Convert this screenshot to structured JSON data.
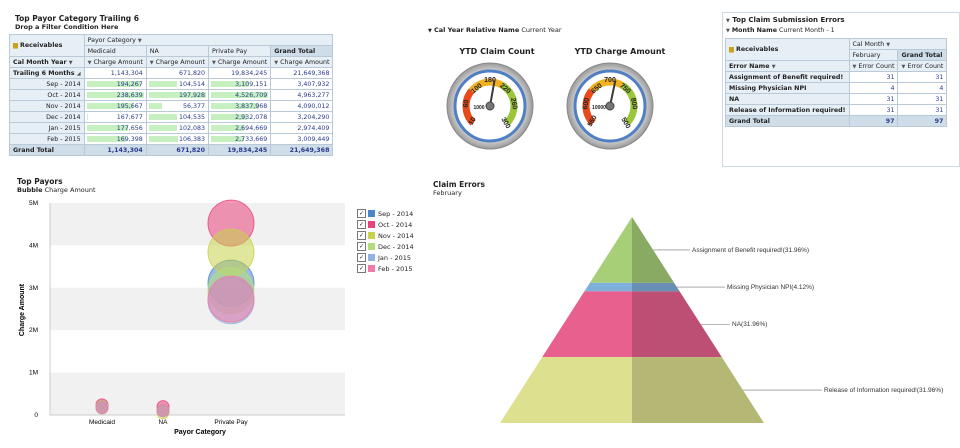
{
  "top_payor": {
    "title": "Top Payor Category Trailing 6",
    "filter_hint": "Drop a Filter Condition Here",
    "corner_label": "Receivables",
    "payor_header": "Payor Category",
    "payors": [
      "Medicaid",
      "NA",
      "Private Pay",
      "Grand Total"
    ],
    "row_header": "Cal Month Year",
    "measure": "Charge Amount",
    "trailing_label": "Trailing 6 Months",
    "trailing_values": [
      "1,143,304",
      "671,820",
      "19,834,245",
      "21,649,368"
    ],
    "rows": [
      {
        "month": "Sep - 2014",
        "v": [
          "194,267",
          "104,514",
          "3,109,151",
          "3,407,932"
        ],
        "f": [
          0.95,
          0.53,
          0.69
        ]
      },
      {
        "month": "Oct - 2014",
        "v": [
          "238,639",
          "197,928",
          "4,526,709",
          "4,963,277"
        ],
        "f": [
          1.0,
          1.0,
          1.0
        ]
      },
      {
        "month": "Nov - 2014",
        "v": [
          "195,667",
          "56,377",
          "3,837,968",
          "4,090,012"
        ],
        "f": [
          0.82,
          0.28,
          0.85
        ]
      },
      {
        "month": "Dec - 2014",
        "v": [
          "167,677",
          "104,535",
          "2,932,078",
          "3,204,290"
        ],
        "f": [
          0.08,
          0.53,
          0.65
        ]
      },
      {
        "month": "Jan - 2015",
        "v": [
          "177,656",
          "102,083",
          "2,694,669",
          "2,974,409"
        ],
        "f": [
          0.74,
          0.52,
          0.6
        ]
      },
      {
        "month": "Feb - 2015",
        "v": [
          "169,398",
          "106,383",
          "2,733,669",
          "3,009,449"
        ],
        "f": [
          0.71,
          0.54,
          0.6
        ]
      }
    ],
    "grand_total_label": "Grand Total",
    "grand_total_values": [
      "1,143,304",
      "671,820",
      "19,834,245",
      "21,649,368"
    ]
  },
  "prompt": {
    "label": "Cal Year Relative Name",
    "value": "Current Year"
  },
  "gauges": [
    {
      "title": "YTD Claim Count",
      "labels": [
        "10",
        "60",
        "100",
        "180",
        "220",
        "260",
        "300",
        "1000"
      ]
    },
    {
      "title": "YTD Charge Amount",
      "labels": [
        "550",
        "600",
        "650",
        "700",
        "750",
        "800",
        "500",
        "10000"
      ]
    }
  ],
  "claim_errors_table": {
    "title": "Top Claim Submission Errors",
    "prompt_label": "Month Name",
    "prompt_value": "Current Month - 1",
    "corner_label": "Receivables",
    "col_header": "Cal Month",
    "month": "February",
    "grand_total_label": "Grand Total",
    "row_header": "Error Name",
    "measure": "Error Count",
    "rows": [
      {
        "name": "Assignment of Benefit required!",
        "v": [
          "31",
          "31"
        ]
      },
      {
        "name": "Missing Physician NPI",
        "v": [
          "4",
          "4"
        ]
      },
      {
        "name": "NA",
        "v": [
          "31",
          "31"
        ]
      },
      {
        "name": "Release of Information required!",
        "v": [
          "31",
          "31"
        ]
      }
    ],
    "grand_total_values": [
      "97",
      "97"
    ]
  },
  "top_payors_chart": {
    "title": "Top Payors",
    "subtitle_type": "Bubble",
    "subtitle_measure": "Charge Amount"
  },
  "chart_data": [
    {
      "type": "scatter",
      "title": "Top Payors",
      "xlabel": "Payor Category",
      "ylabel": "Charge Amount",
      "categories": [
        "Medicaid",
        "NA",
        "Private Pay"
      ],
      "yticks": [
        "0",
        "1M",
        "2M",
        "3M",
        "4M",
        "5M"
      ],
      "ylim": [
        0,
        5000000
      ],
      "series": [
        {
          "name": "Sep - 2014",
          "color": "#4a86c8",
          "values": [
            194267,
            104514,
            3109151
          ]
        },
        {
          "name": "Oct - 2014",
          "color": "#e8447a",
          "values": [
            238639,
            197928,
            4526709
          ]
        },
        {
          "name": "Nov - 2014",
          "color": "#c7d24a",
          "values": [
            195667,
            56377,
            3837968
          ]
        },
        {
          "name": "Dec - 2014",
          "color": "#b5dc7a",
          "values": [
            167677,
            104535,
            2932078
          ]
        },
        {
          "name": "Jan - 2015",
          "color": "#8fb4e0",
          "values": [
            177656,
            102083,
            2694669
          ]
        },
        {
          "name": "Feb - 2015",
          "color": "#f07aa8",
          "values": [
            169398,
            106383,
            2733669
          ]
        }
      ]
    },
    {
      "type": "pyramid",
      "title": "Claim Errors",
      "subtitle": "February",
      "slices": [
        {
          "label": "Assignment of Benefit required!(31.96%)",
          "value": 31.96,
          "color": "#a6cf78"
        },
        {
          "label": "Missing Physician NPI(4.12%)",
          "value": 4.12,
          "color": "#7fb0dc"
        },
        {
          "label": "NA(31.96%)",
          "value": 31.96,
          "color": "#e8608e"
        },
        {
          "label": "Release of Information required!(31.96%)",
          "value": 31.96,
          "color": "#dde08e"
        }
      ]
    }
  ]
}
